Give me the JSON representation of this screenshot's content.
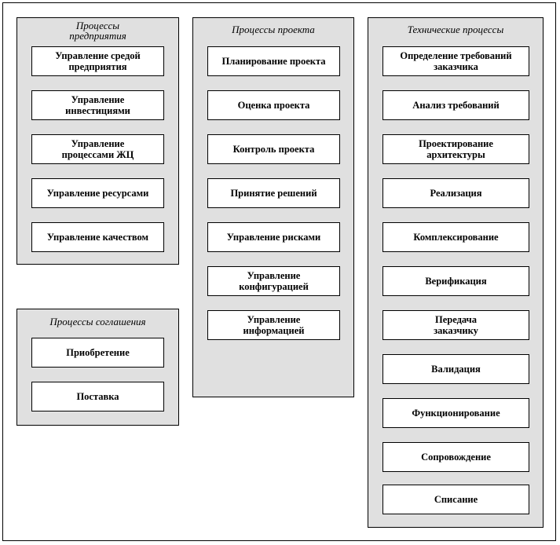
{
  "groups": {
    "enterprise": {
      "title": "Процессы\nпредприятия",
      "items": [
        "Управление средой\nпредприятия",
        "Управление\nинвестициями",
        "Управление\nпроцессами ЖЦ",
        "Управление ресурсами",
        "Управление качеством"
      ]
    },
    "agreement": {
      "title": "Процессы соглашения",
      "items": [
        "Приобретение",
        "Поставка"
      ]
    },
    "project": {
      "title": "Процессы проекта",
      "items": [
        "Планирование проекта",
        "Оценка проекта",
        "Контроль проекта",
        "Принятие решений",
        "Управление рисками",
        "Управление\nконфигурацией",
        "Управление\nинформацией"
      ]
    },
    "technical": {
      "title": "Технические процессы",
      "items": [
        "Определение требований\nзаказчика",
        "Анализ требований",
        "Проектирование\nархитектуры",
        "Реализация",
        "Комплексирование",
        "Верификация",
        "Передача\nзаказчику",
        "Валидация",
        "Функционирование",
        "Сопровождение",
        "Списание"
      ]
    }
  }
}
